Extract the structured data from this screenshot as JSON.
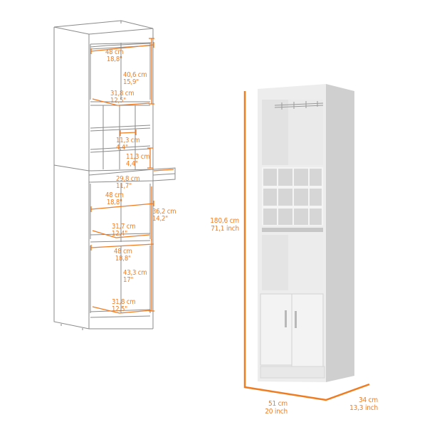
{
  "accent_color": "#f07c22",
  "line_drawing": {
    "labels": {
      "top_width": {
        "cm": "48 cm",
        "inch": "18,8\""
      },
      "top_height": {
        "cm": "40,6 cm",
        "inch": "15,9\""
      },
      "top_depth": {
        "cm": "31,8 cm",
        "inch": "12,5\""
      },
      "cubby_width": {
        "cm": "11,3 cm",
        "inch": "4,4\""
      },
      "cubby_height": {
        "cm": "11,3 cm",
        "inch": "4,4\""
      },
      "tray_depth": {
        "cm": "29,8 cm",
        "inch": "11,7\""
      },
      "mid_width": {
        "cm": "48 cm",
        "inch": "18,8\""
      },
      "mid_height": {
        "cm": "36,2 cm",
        "inch": "14,2\""
      },
      "mid_depth": {
        "cm": "31,7 cm",
        "inch": "12,4\""
      },
      "low_width": {
        "cm": "48 cm",
        "inch": "18,8\""
      },
      "low_height": {
        "cm": "43,3 cm",
        "inch": "17\""
      },
      "low_depth": {
        "cm": "31,8 cm",
        "inch": "12,5\""
      }
    }
  },
  "product_render": {
    "labels": {
      "total_height": {
        "cm": "180,6 cm",
        "inch": "71,1 inch"
      },
      "total_width": {
        "cm": "51 cm",
        "inch": "20 inch"
      },
      "total_depth": {
        "cm": "34 cm",
        "inch": "13,3 inch"
      }
    }
  }
}
